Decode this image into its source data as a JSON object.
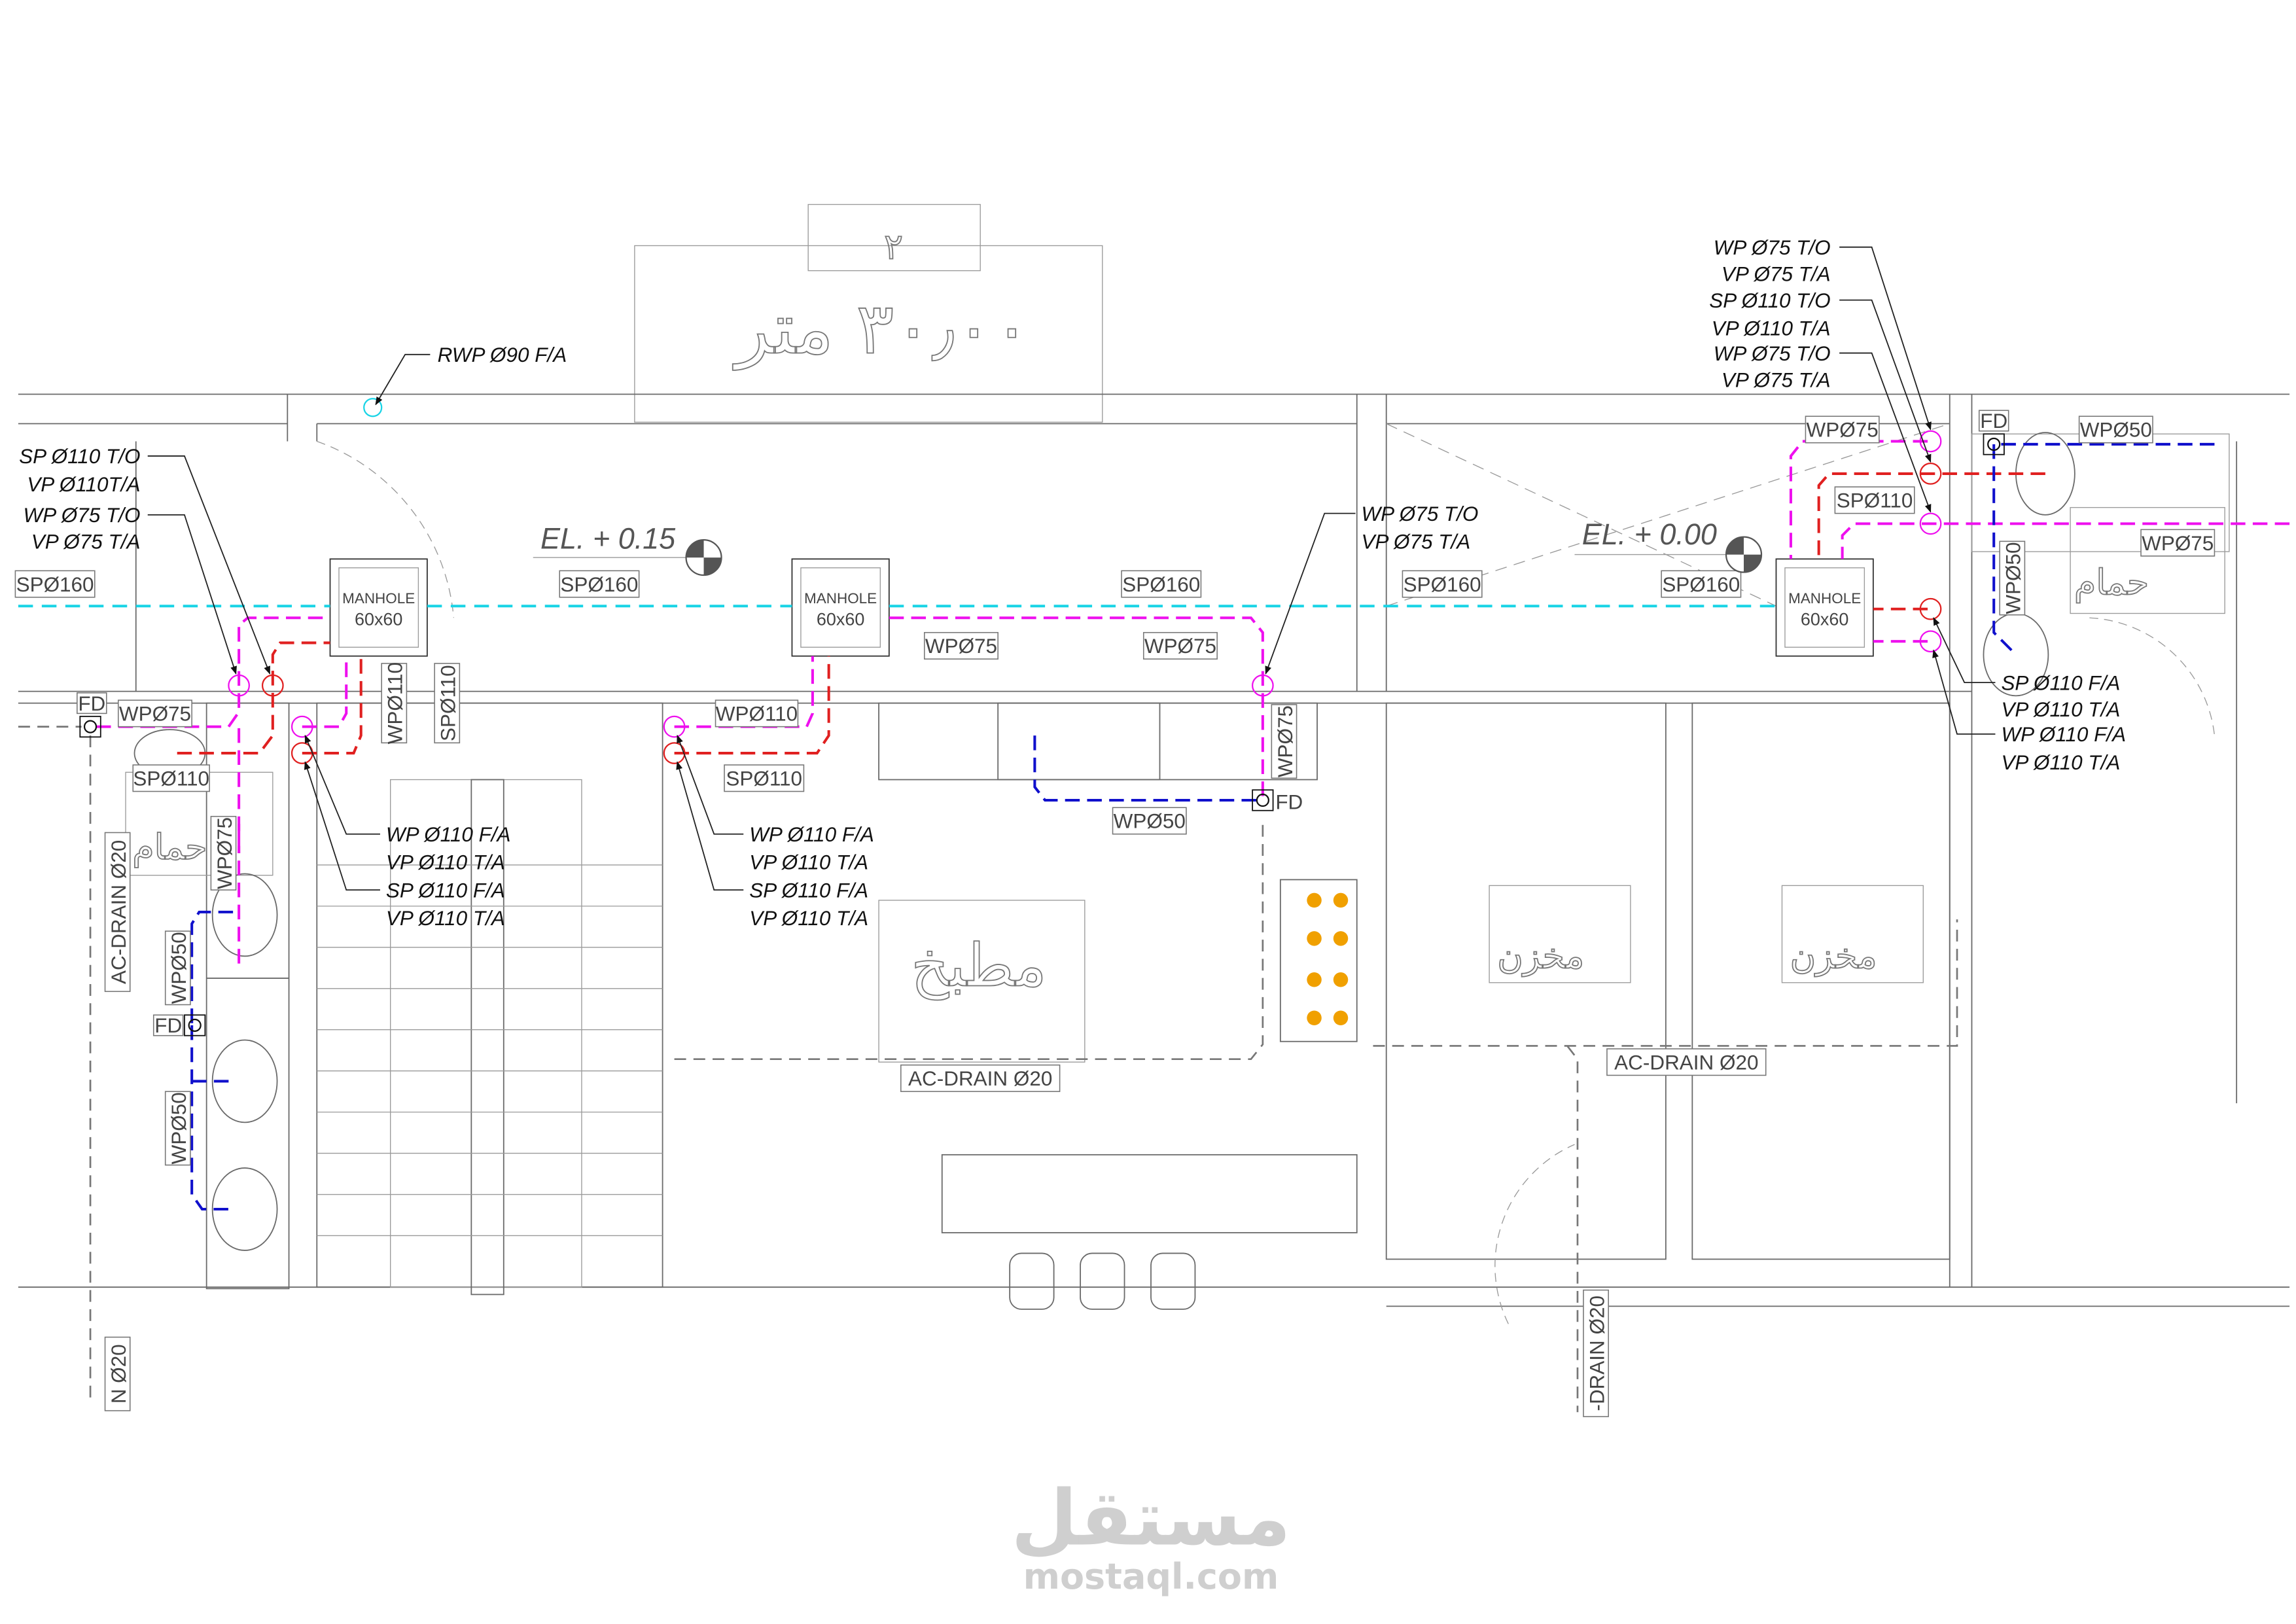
{
  "title_block": {
    "area": "٣٠٫٠٠ متر",
    "superscript": "٢"
  },
  "elevations": [
    "EL. + 0.15",
    "EL. + 0.00"
  ],
  "rain_pipe": "RWP Ø90 F/A",
  "notes": {
    "left_top": [
      "SP Ø110 T/O",
      "VP Ø110T/A",
      "WP Ø75 T/O",
      "VP Ø75 T/A"
    ],
    "left_mid": [
      "WP Ø110 F/A",
      "VP Ø110 T/A",
      "SP Ø110 F/A",
      "VP Ø110 T/A"
    ],
    "center_mid": [
      "WP Ø110 F/A",
      "VP Ø110 T/A",
      "SP Ø110 F/A",
      "VP Ø110 T/A"
    ],
    "kitchen_top": [
      "WP Ø75 T/O",
      "VP Ø75 T/A"
    ],
    "right_top": [
      "WP Ø75 T/O",
      "VP Ø75 T/A",
      "SP Ø110 T/O",
      "VP Ø110 T/A",
      "WP Ø75 T/O",
      "VP Ø75 T/A"
    ],
    "right_bottom": [
      "SP Ø110 F/A",
      "VP Ø110 T/A",
      "WP Ø110 F/A",
      "VP Ø110 T/A"
    ]
  },
  "tags": {
    "sp160": "SPØ160",
    "sp110": "SPØ110",
    "wp110": "WPØ110",
    "wp75": "WPØ75",
    "wp50": "WPØ50",
    "fd": "FD",
    "manhole": "MANHOLE",
    "manhole_size": "60x60",
    "ac_drain": "AC-DRAIN Ø20",
    "drain_clipped_left": "N Ø20",
    "drain_clipped_bottom": "-DRAIN Ø20"
  },
  "rooms": {
    "bath": "حمام",
    "kitchen": "مطبخ",
    "store": "مخزن"
  },
  "watermark": {
    "arabic": "مستقل",
    "latin": "mostaql.com"
  },
  "colors": {
    "storm": "#19d4e6",
    "waste": "#ee10ee",
    "soil": "#e02020",
    "water": "#1010cc",
    "ac_drain": "#777777"
  }
}
